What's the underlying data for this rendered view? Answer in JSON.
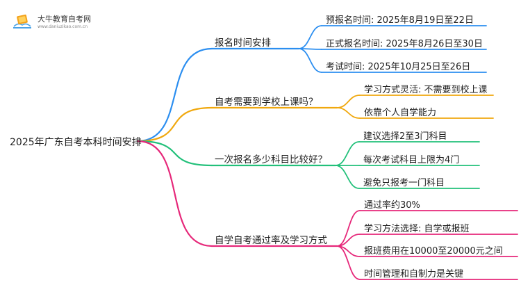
{
  "watermark": {
    "title": "大牛教育自考网",
    "url": "www.daniuzikao.com.cn",
    "icon": "book-icon"
  },
  "mindmap": {
    "root": "2025年广东自考本科时间安排",
    "branches": [
      {
        "label": "报名时间安排",
        "color": "#2b8ef0",
        "children": [
          "预报名时间: 2025年8月19日至22日",
          "正式报名时间: 2025年8月26日至30日",
          "考试时间: 2025年10月25日至26日"
        ]
      },
      {
        "label": "自考需要到学校上课吗？",
        "color": "#f0a80e",
        "children": [
          "学习方式灵活: 不需要到校上课",
          "依靠个人自学能力"
        ]
      },
      {
        "label": "一次报名多少科目比较好？",
        "color": "#22c07a",
        "children": [
          "建议选择2至3门科目",
          "每次考试科目上限为4门",
          "避免只报考一门科目"
        ]
      },
      {
        "label": "自学自考通过率及学习方式",
        "color": "#e6287a",
        "children": [
          "通过率约30%",
          "学习方法选择: 自学或报班",
          "报班费用在10000至20000元之间",
          "时间管理和自制力是关键"
        ]
      }
    ]
  }
}
